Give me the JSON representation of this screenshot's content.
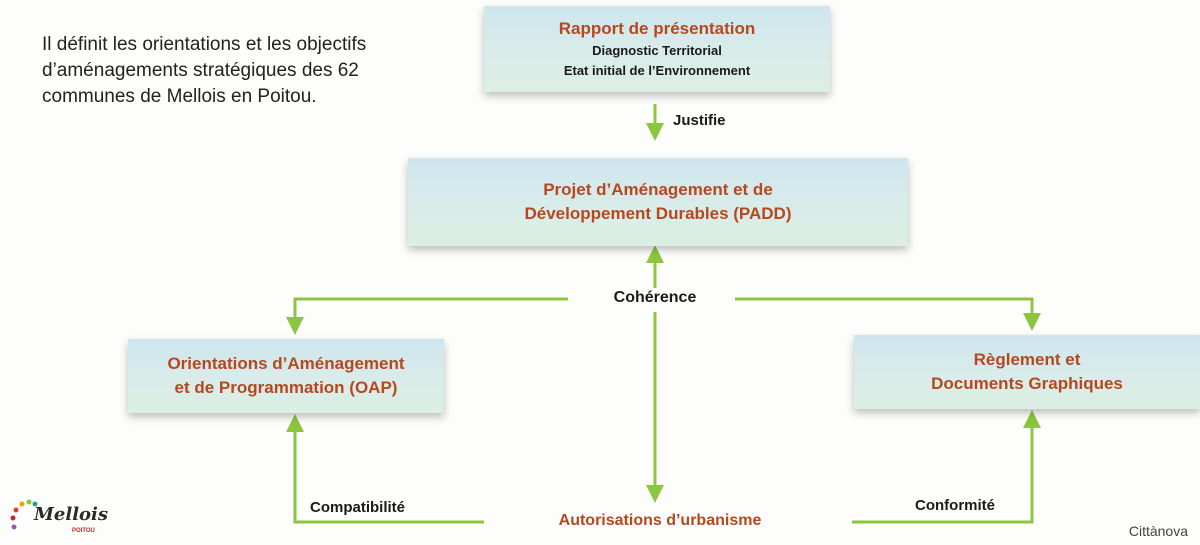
{
  "intro_text": "Il définit les orientations et les objectifs d’aménagements stratégiques des 62 communes de Mellois en Poitou.",
  "boxes": {
    "rapport": {
      "title": "Rapport de présentation",
      "line1": "Diagnostic Territorial",
      "line2": "Etat initial de l’Environnement"
    },
    "padd": {
      "line1": "Projet d’Aménagement et de",
      "line2": "Développement Durables (PADD)"
    },
    "oap": {
      "line1": "Orientations d’Aménagement",
      "line2": "et de Programmation (OAP)"
    },
    "reglement": {
      "line1": "Règlement et",
      "line2": "Documents Graphiques"
    }
  },
  "relations": {
    "justifie": "Justifie",
    "coherence": "Cohérence",
    "compatibilite": "Compatibilité",
    "conformite": "Conformité"
  },
  "autorisations": "Autorisations d’urbanisme",
  "logo": {
    "name": "Mellois",
    "sub": "POITOU"
  },
  "credit": "Cittànova",
  "colors": {
    "arrow_green": "#8cc63f",
    "title_orange": "#b7471f",
    "box_blue": "#cfe6ee",
    "box_green": "#dcefe2"
  }
}
